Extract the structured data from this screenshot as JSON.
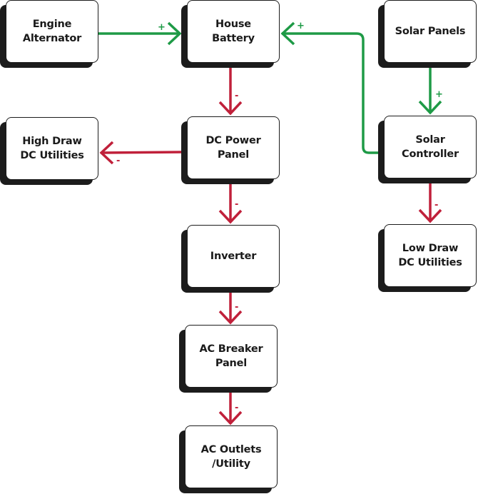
{
  "colors": {
    "positive": "#1e9a46",
    "negative": "#c0203a",
    "box_border": "#1c1c1c",
    "shadow": "#1c1c1c"
  },
  "nodes": {
    "engine_alternator": {
      "label": "Engine\nAlternator"
    },
    "house_battery": {
      "label": "House\nBattery"
    },
    "solar_panels": {
      "label": "Solar Panels"
    },
    "high_draw_dc": {
      "label": "High Draw\nDC Utilities"
    },
    "dc_power_panel": {
      "label": "DC Power\nPanel"
    },
    "solar_controller": {
      "label": "Solar\nController"
    },
    "inverter": {
      "label": "Inverter"
    },
    "low_draw_dc": {
      "label": "Low Draw\nDC Utilities"
    },
    "ac_breaker_panel": {
      "label": "AC Breaker\nPanel"
    },
    "ac_outlets": {
      "label": "AC Outlets\n/Utility"
    }
  },
  "edges": [
    {
      "from": "Engine Alternator",
      "to": "House Battery",
      "polarity": "positive",
      "sign": "+"
    },
    {
      "from": "Solar Controller",
      "to": "House Battery",
      "polarity": "positive",
      "sign": "+"
    },
    {
      "from": "Solar Panels",
      "to": "Solar Controller",
      "polarity": "positive",
      "sign": "+"
    },
    {
      "from": "House Battery",
      "to": "DC Power Panel",
      "polarity": "negative",
      "sign": "-"
    },
    {
      "from": "DC Power Panel",
      "to": "High Draw DC Utilities",
      "polarity": "negative",
      "sign": "-"
    },
    {
      "from": "DC Power Panel",
      "to": "Inverter",
      "polarity": "negative",
      "sign": "-"
    },
    {
      "from": "Solar Controller",
      "to": "Low Draw DC Utilities",
      "polarity": "negative",
      "sign": "-"
    },
    {
      "from": "Inverter",
      "to": "AC Breaker Panel",
      "polarity": "negative",
      "sign": "-"
    },
    {
      "from": "AC Breaker Panel",
      "to": "AC Outlets /Utility",
      "polarity": "negative",
      "sign": "-"
    }
  ]
}
